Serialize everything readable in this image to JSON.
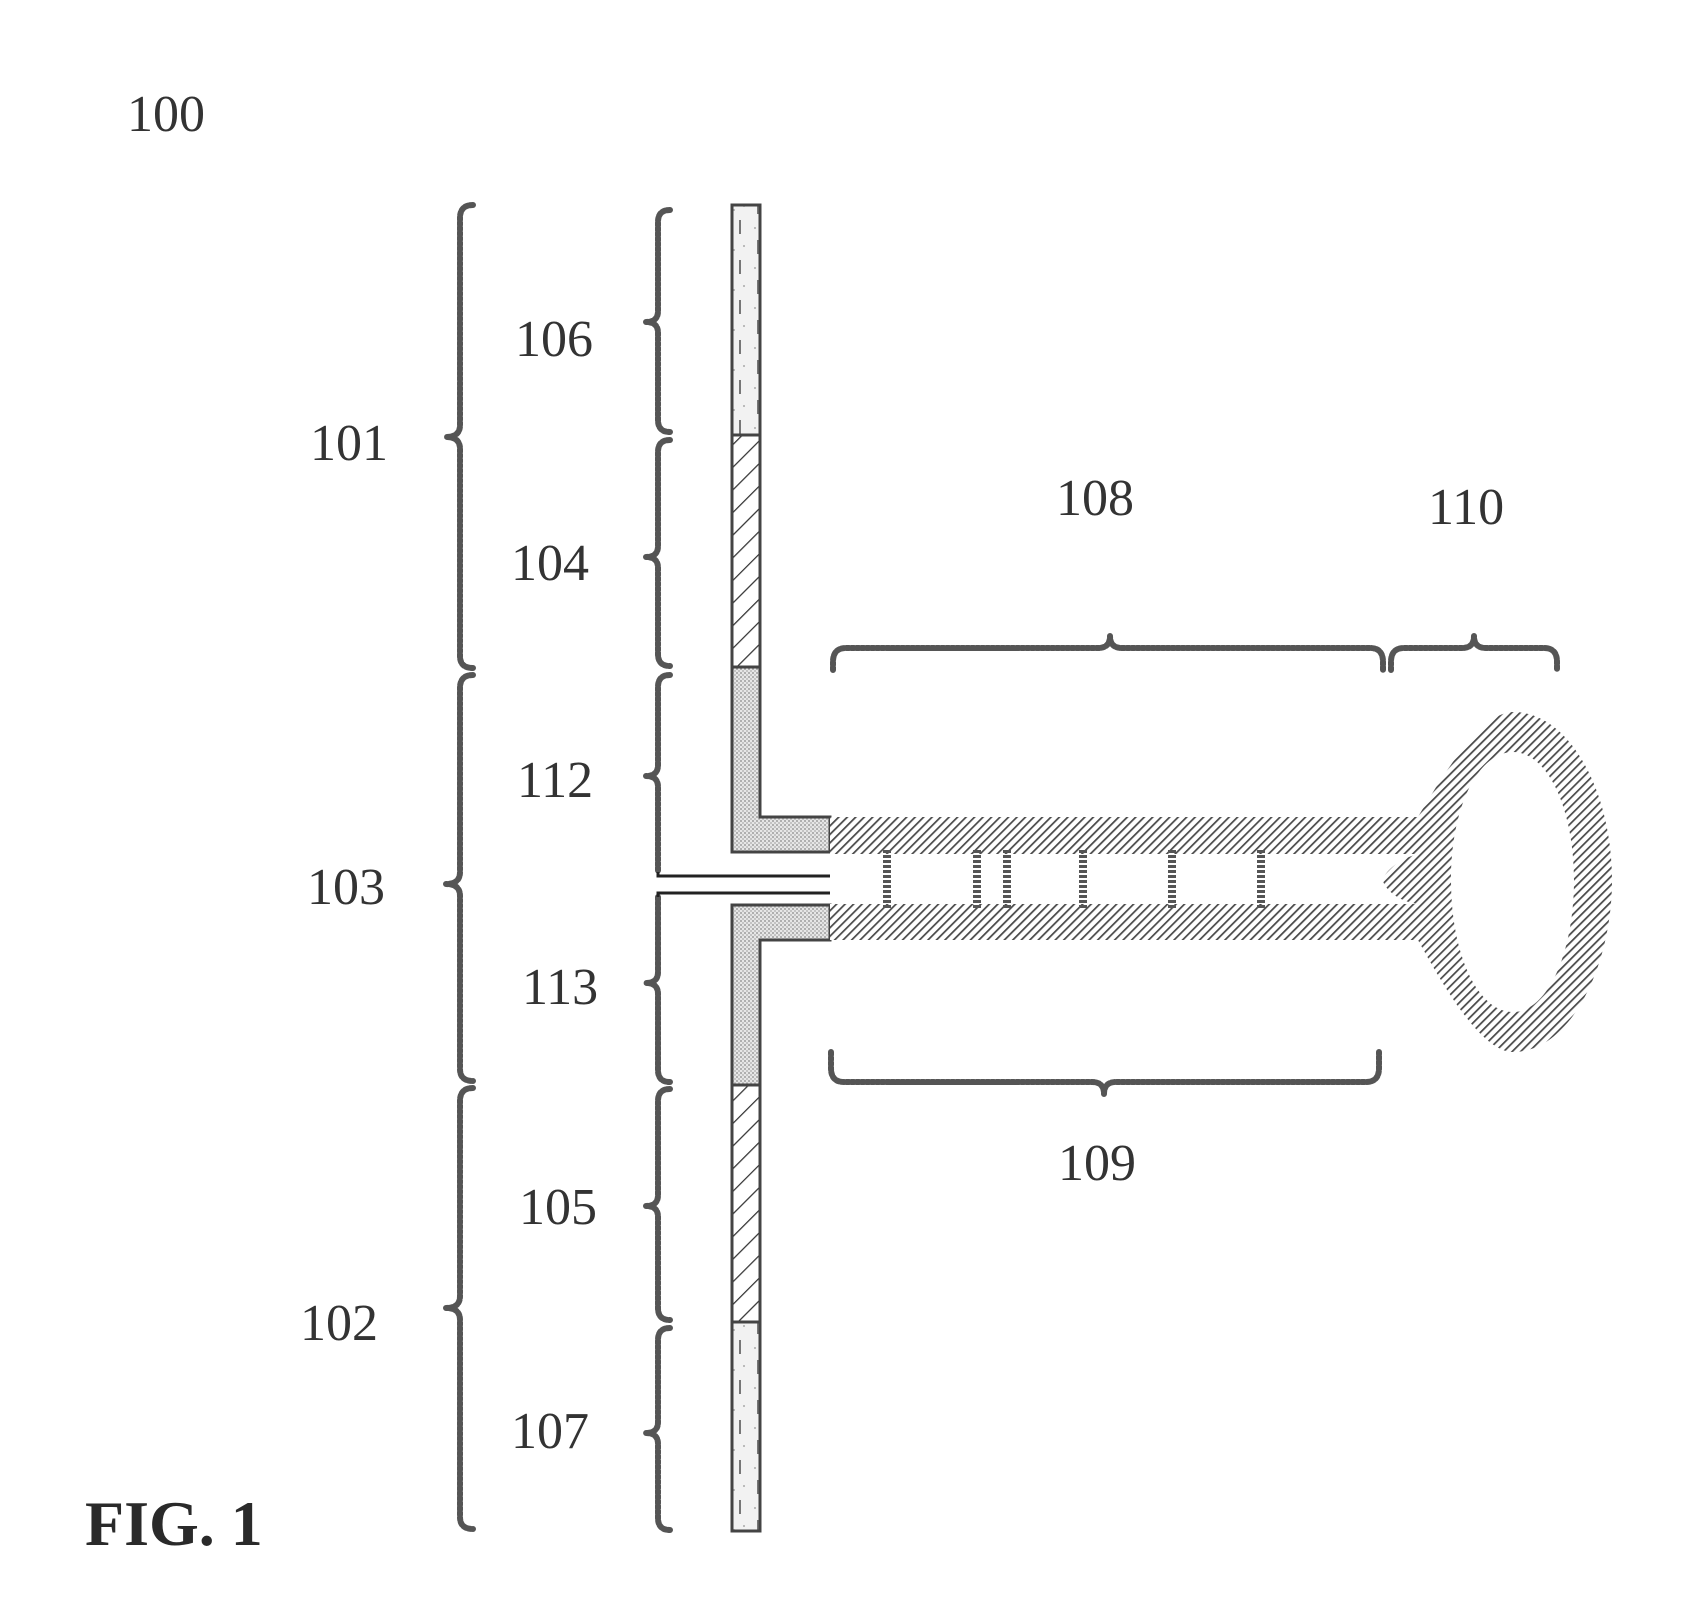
{
  "figure": {
    "ref_main": "100",
    "caption": "FIG. 1"
  },
  "labels": {
    "r101": "101",
    "r102": "102",
    "r103": "103",
    "r104": "104",
    "r105": "105",
    "r106": "106",
    "r107": "107",
    "r108": "108",
    "r109": "109",
    "r110": "110",
    "r112": "112",
    "r113": "113"
  },
  "colors": {
    "ink": "#333333",
    "hatch": "#4a4a4a",
    "stipple": "#cfcfcf",
    "background": "#ffffff"
  }
}
